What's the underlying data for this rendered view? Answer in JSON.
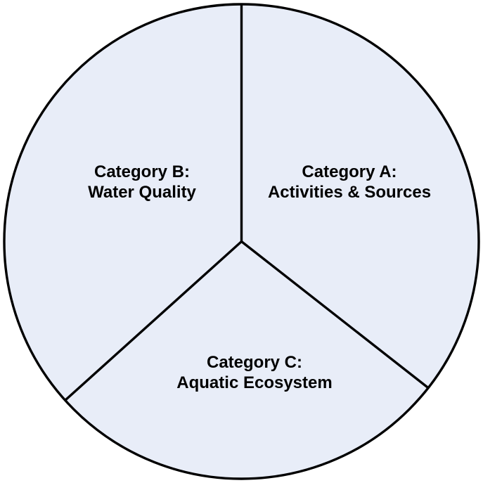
{
  "diagram": {
    "type": "circle-three-sector-diagram",
    "sectors": [
      {
        "name": "Category A",
        "label_line1": "Category A:",
        "label_line2": "Activities & Sources",
        "position": "right"
      },
      {
        "name": "Category B",
        "label_line1": "Category B:",
        "label_line2": "Water Quality",
        "position": "left"
      },
      {
        "name": "Category C",
        "label_line1": "Category C:",
        "label_line2": "Aquatic Ecosystem",
        "position": "bottom"
      }
    ],
    "colors": {
      "circle_fill": "#e8edf8",
      "outline": "#000000",
      "label_text": "#000000",
      "background": "#ffffff"
    }
  }
}
